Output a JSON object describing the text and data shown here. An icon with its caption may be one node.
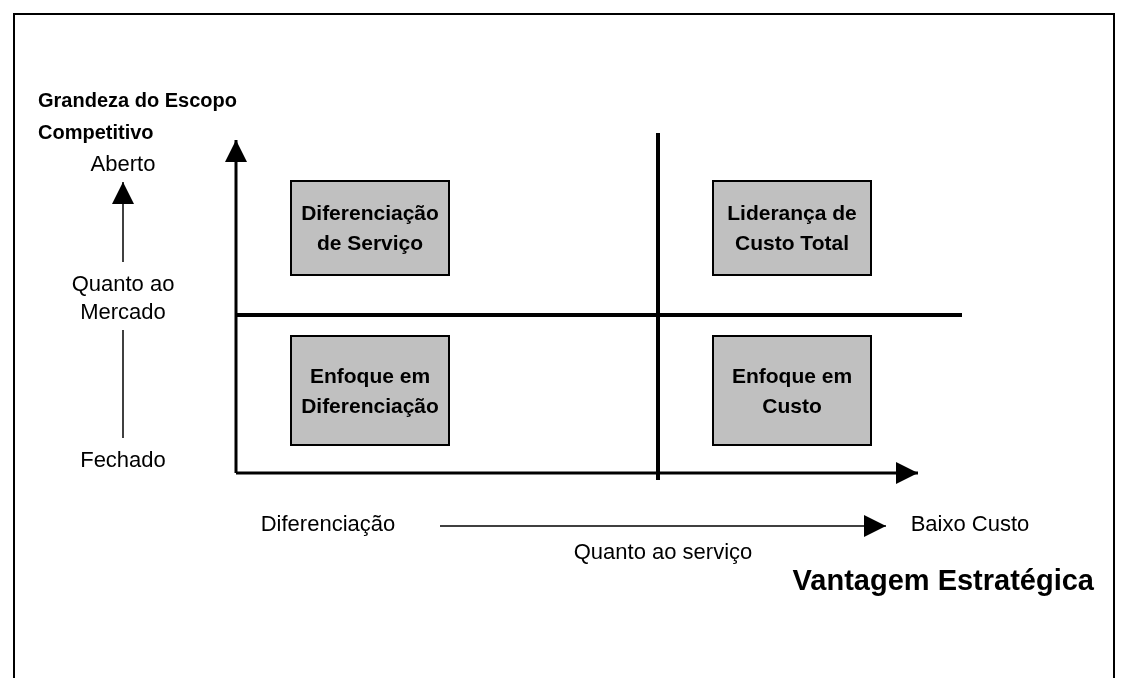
{
  "diagram": {
    "nodes": [
      {
        "text": [
          "Diferenciação de Serviço"
        ]
      },
      {
        "text": [
          "Liderança de Custo Total"
        ]
      },
      {
        "text": [
          "Enfoque em Diferenciação"
        ]
      },
      {
        "text": [
          "Enfoque em Custo"
        ]
      },
      {
        "text": [
          "Aberto"
        ]
      },
      {
        "text": [
          "Quanto ao Mercado"
        ]
      },
      {
        "text": [
          "Fechado"
        ]
      },
      {
        "text": [
          "Diferenciação"
        ]
      },
      {
        "text": [
          "Baixo Custo"
        ]
      }
    ],
    "edges": [
      {
        "from": 5,
        "to": 4,
        "arrow": "to"
      },
      {
        "from": 6,
        "to": 5,
        "arrow": "none"
      },
      {
        "from": 7,
        "to": 8,
        "arrow": "to",
        "label": "Quanto ao serviço"
      }
    ],
    "labels": [
      "Grandeza do Escopo Competitivo",
      "Vantagem Estratégica"
    ]
  }
}
